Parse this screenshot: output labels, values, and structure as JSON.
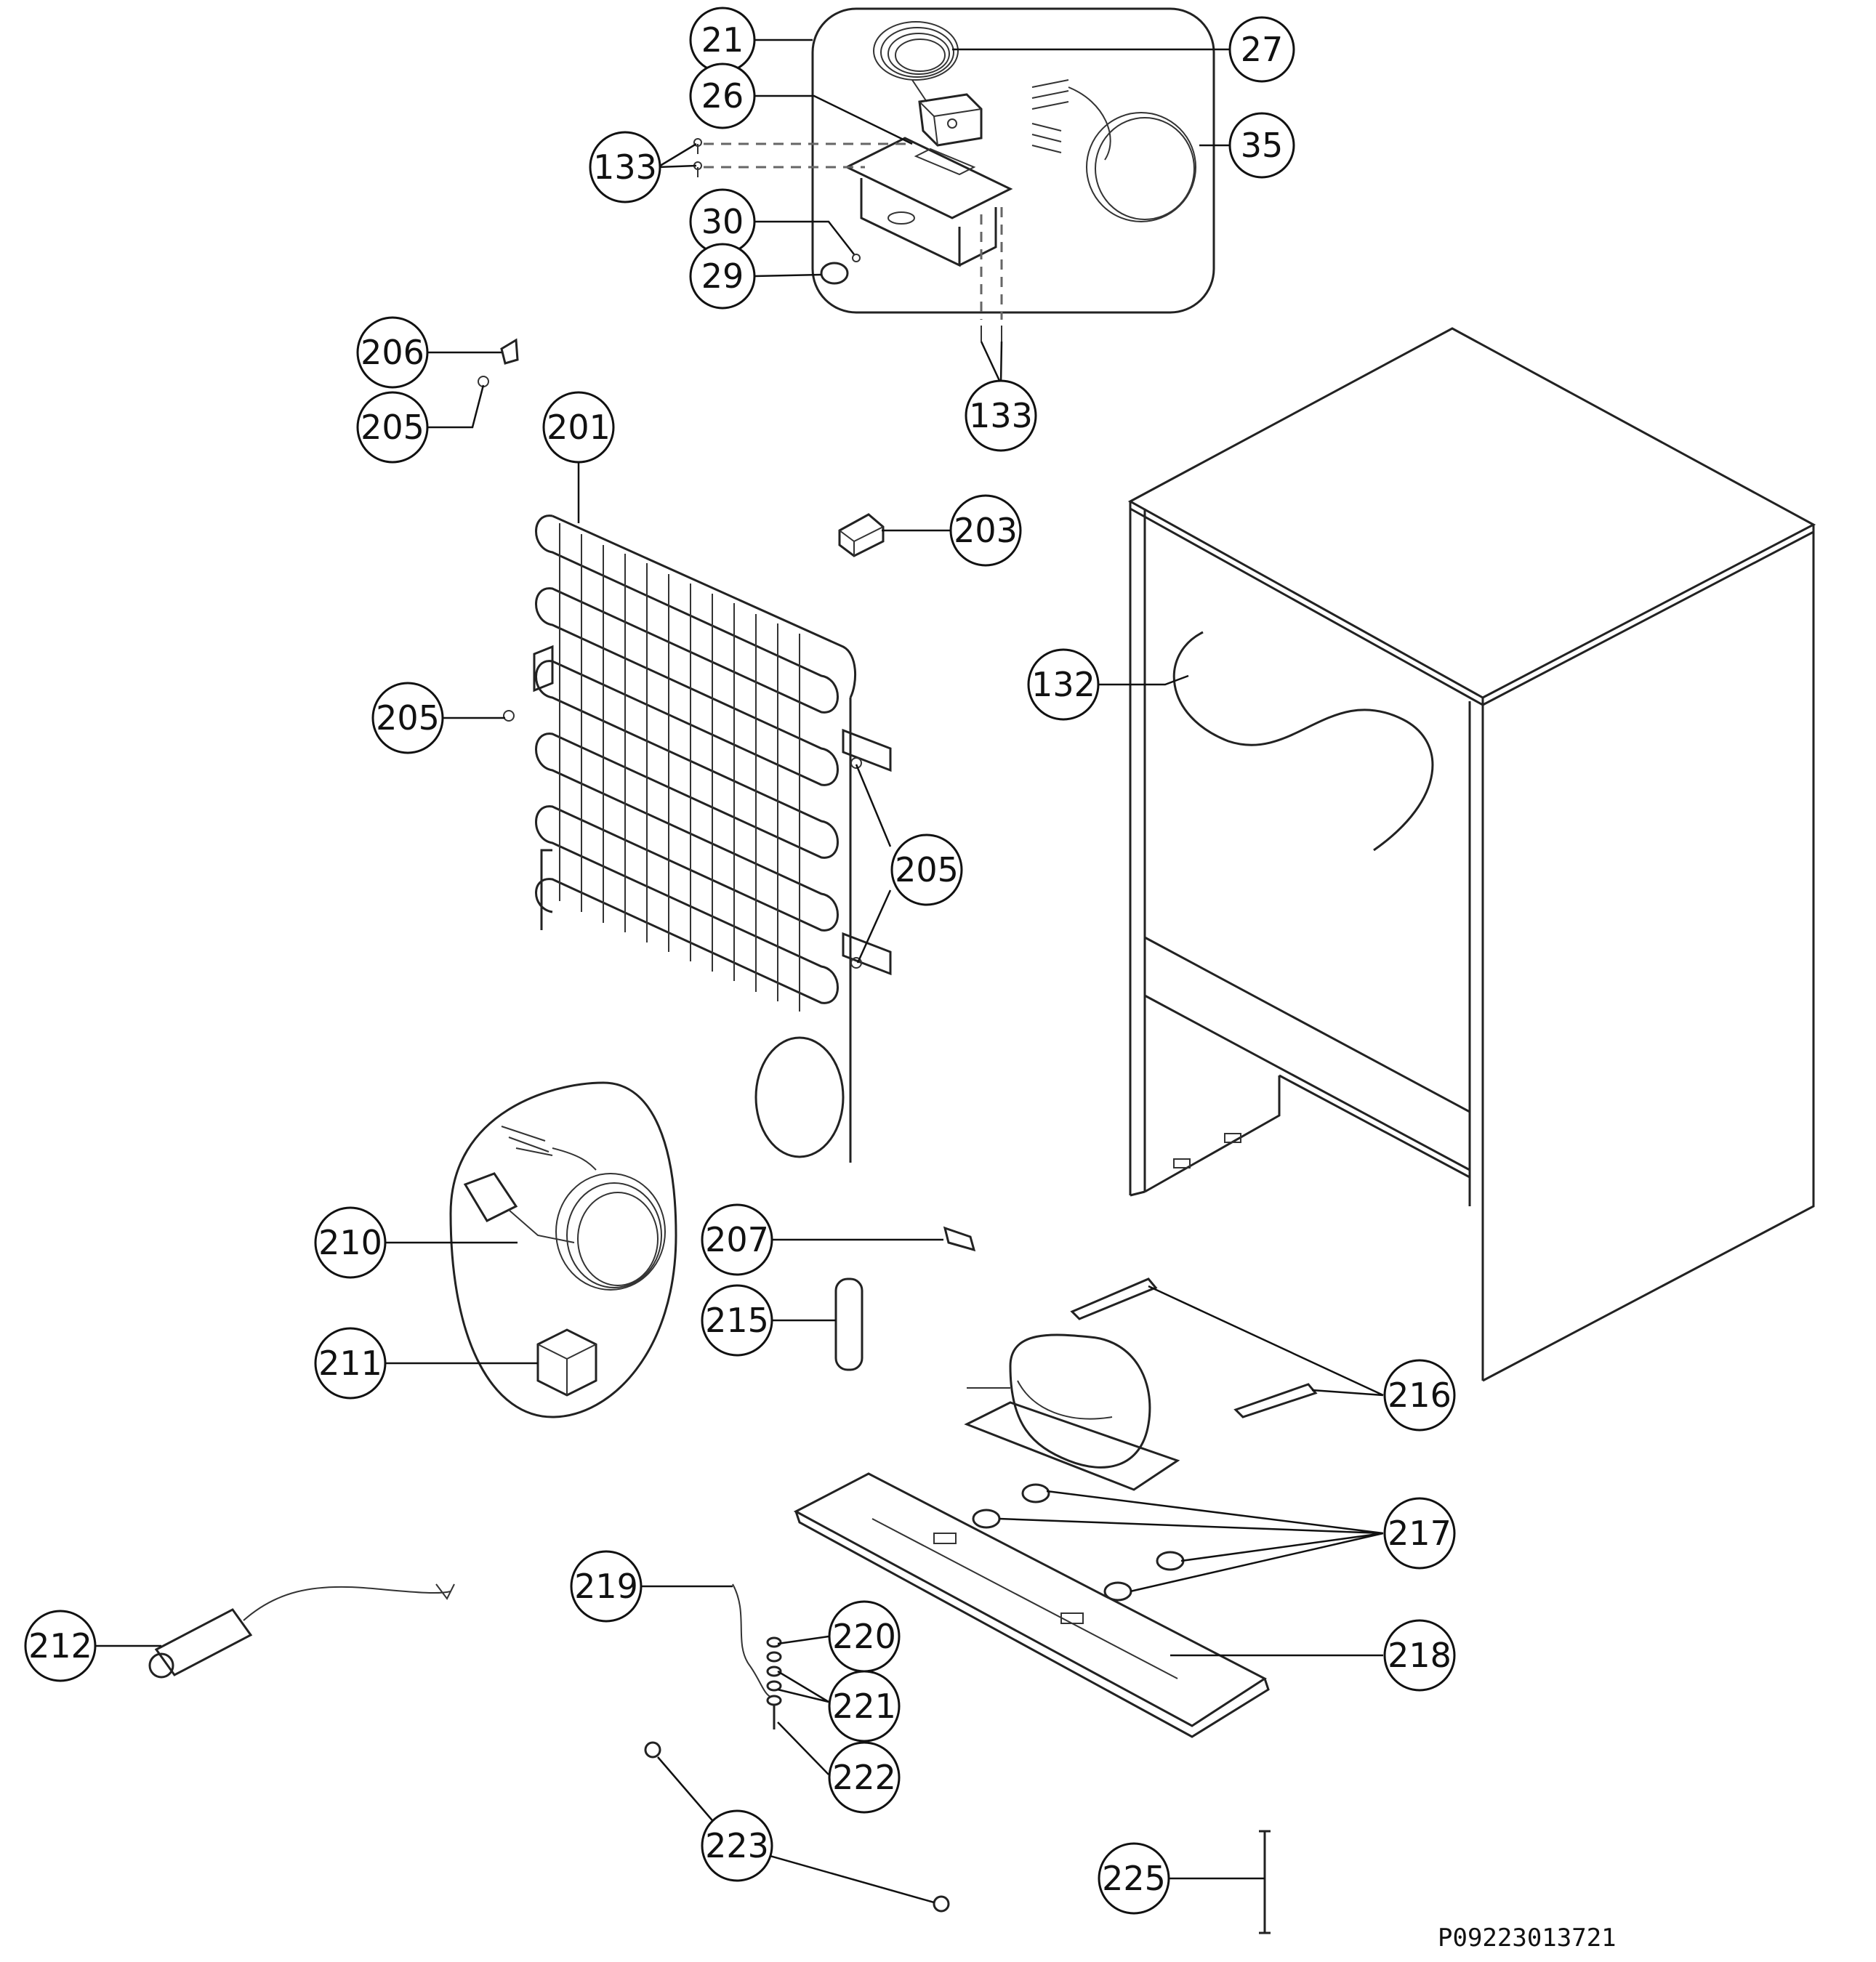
{
  "callouts": {
    "c21": "21",
    "c27": "27",
    "c26": "26",
    "c35": "35",
    "c133a": "133",
    "c30": "30",
    "c29": "29",
    "c133b": "133",
    "c206": "206",
    "c205a": "205",
    "c201": "201",
    "c203": "203",
    "c132": "132",
    "c205b": "205",
    "c205c": "205",
    "c210": "210",
    "c207": "207",
    "c215": "215",
    "c211": "211",
    "c216": "216",
    "c217": "217",
    "c219": "219",
    "c212": "212",
    "c220": "220",
    "c218": "218",
    "c221": "221",
    "c222": "222",
    "c223": "223",
    "c225": "225"
  },
  "drawing_code": "P09223013721"
}
